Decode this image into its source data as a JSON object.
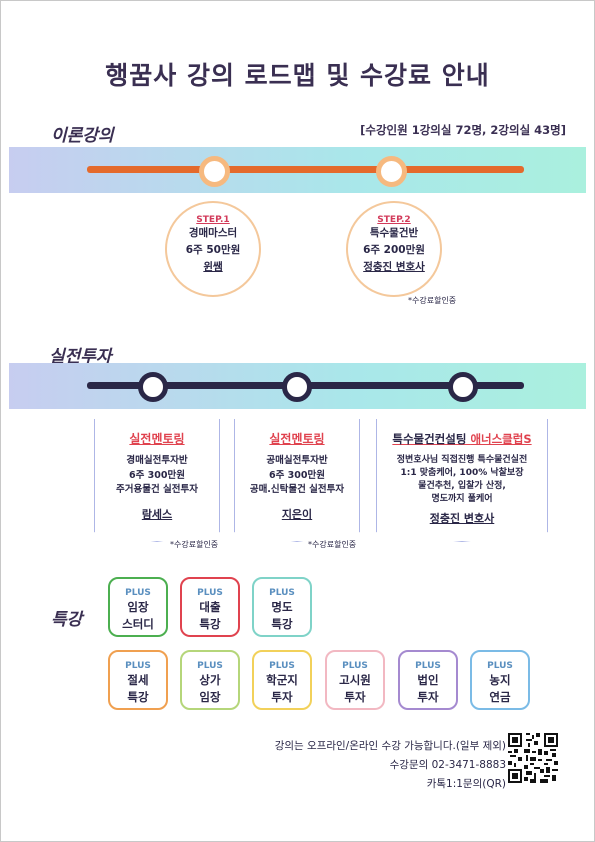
{
  "title": "행꿈사 강의 로드맵 및 수강료 안내",
  "theory": {
    "label": "이론강의",
    "capacity": "[수강인원 1강의실 72명, 2강의실 43명]",
    "steps": [
      {
        "step": "STEP.1",
        "lines": [
          "경매마스터",
          "6주 50만원",
          "윈쌤"
        ]
      },
      {
        "step": "STEP.2",
        "lines": [
          "특수물건반",
          "6주 200만원",
          "정충진 변호사"
        ]
      }
    ],
    "note": "*수강료할인중"
  },
  "practice": {
    "label": "실전투자",
    "cards": [
      {
        "title": "실전멘토링",
        "lines": [
          "경매실전투자반",
          "6주 300만원",
          "주거용물건 실전투자"
        ],
        "sig": "람세스",
        "note": "*수강료할인중"
      },
      {
        "title": "실전멘토링",
        "lines": [
          "공매실전투자반",
          "6주 300만원",
          "공매.신탁물건 실전투자"
        ],
        "sig": "지은이",
        "note": "*수강료할인중"
      },
      {
        "title_a": "특수물건컨설팅 ",
        "title_b": "애너스클럽S",
        "lines": [
          "정변호사님 직접진행 특수물건실전",
          "1:1 맞춤케어, 100% 낙찰보장",
          "물건추천, 입찰가 산정,",
          "명도까지 풀케어"
        ],
        "sig": "정충진 변호사"
      }
    ]
  },
  "special": {
    "label": "특강",
    "plus_label": "PLUS",
    "items": [
      {
        "l1": "임장",
        "l2": "스터디",
        "color": "#4caf50"
      },
      {
        "l1": "대출",
        "l2": "특강",
        "color": "#e0434f"
      },
      {
        "l1": "명도",
        "l2": "특강",
        "color": "#7fd3c8"
      },
      {
        "l1": "절세",
        "l2": "특강",
        "color": "#f0a050"
      },
      {
        "l1": "상가",
        "l2": "임장",
        "color": "#b5d67a"
      },
      {
        "l1": "학군지",
        "l2": "투자",
        "color": "#f2d15a"
      },
      {
        "l1": "고시원",
        "l2": "투자",
        "color": "#f2b8c2"
      },
      {
        "l1": "법인",
        "l2": "투자",
        "color": "#a58ad0"
      },
      {
        "l1": "농지",
        "l2": "연금",
        "color": "#7bbbe6"
      }
    ]
  },
  "info": {
    "line1": "강의는 오프라인/온라인 수강 가능합니다.(일부 제외)",
    "line2": "수강문의 02-3471-8883",
    "line3": "카톡1:1문의(QR)"
  },
  "qr_icon": "qr-code-icon"
}
